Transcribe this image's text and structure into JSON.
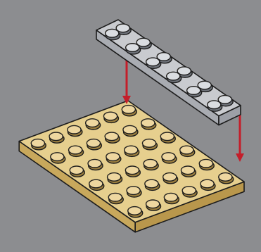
{
  "scene": {
    "colors": {
      "background": "#8c8d90",
      "tan_plate_top": "#e6cf8e",
      "tan_plate_side_front": "#c8a85c",
      "tan_plate_side_right": "#b9974c",
      "tan_stud_top": "#eed7a0",
      "tan_stud_shadow": "#9b7e3e",
      "gray_plate_top": "#c9cbcf",
      "gray_plate_side_front": "#a9acb2",
      "gray_plate_side_right": "#9da0a7",
      "gray_stud_top": "#dadde1",
      "gray_stud_shadow": "#6f737a",
      "outline": "#1c1c1c",
      "arrow": "#c41e2a"
    },
    "tan_plate": {
      "name": "tan-6x6-plate",
      "studs_cols": 6,
      "studs_rows": 6
    },
    "gray_plate": {
      "name": "gray-2x6-plate",
      "studs_cols": 2,
      "studs_rows": 6
    },
    "arrows": [
      {
        "name": "arrow-left"
      },
      {
        "name": "arrow-right"
      }
    ]
  }
}
